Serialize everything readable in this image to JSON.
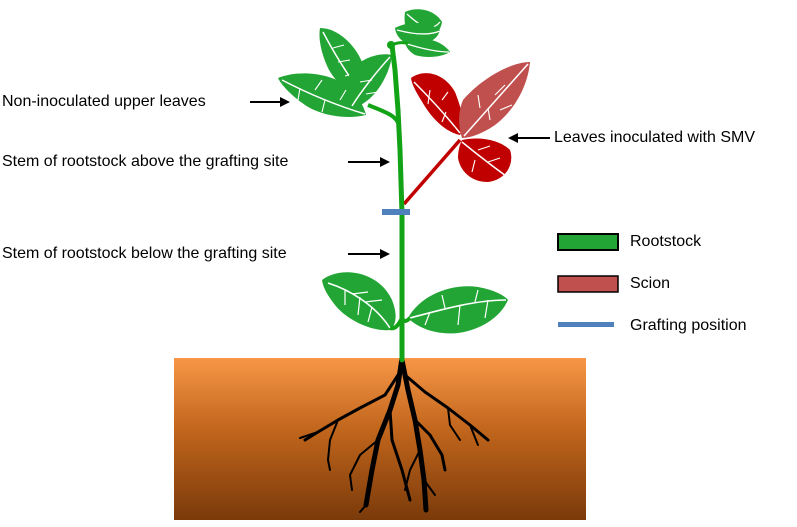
{
  "labels": {
    "upper_leaves": "Non-inoculated upper leaves",
    "stem_above": "Stem of rootstock above the grafting site",
    "stem_below": "Stem of rootstock below the grafting site",
    "inoculated": "Leaves inoculated with SMV"
  },
  "legend": [
    {
      "label": "Rootstock",
      "color": "#22a534"
    },
    {
      "label": "Scion",
      "color": "#c0504d"
    },
    {
      "label": "Grafting position",
      "color": "#4f81bd"
    }
  ],
  "colors": {
    "rootstock_leaf": "#22a534",
    "scion_leaf": "#c0504d",
    "scion_dark": "#c00000",
    "stem": "#13a317",
    "graft": "#4f81bd",
    "soil_top": "#f79646",
    "soil_bottom": "#7a3a0a",
    "root": "#000000"
  }
}
